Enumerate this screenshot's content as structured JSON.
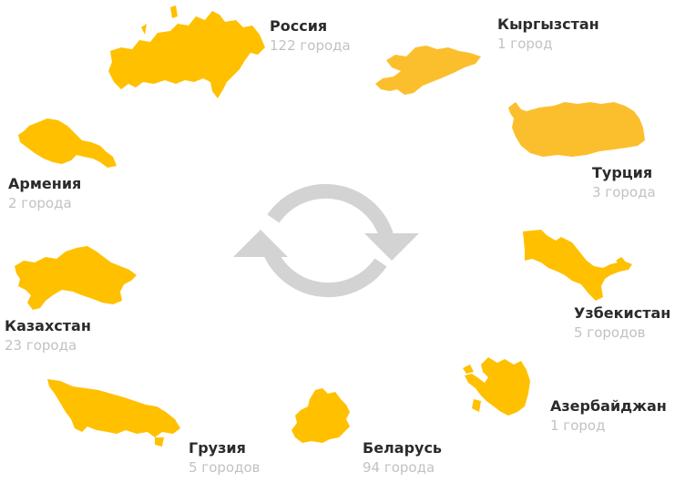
{
  "colors": {
    "shape": "#FFC000",
    "shape_alt": "#FBBF2E",
    "name": "#2B2B2B",
    "count": "#C2C2C2",
    "cycle": "#D3D3D3"
  },
  "center": {
    "icon": "refresh-cycle-icon"
  },
  "countries": {
    "russia": {
      "name": "Россия",
      "count": "122 города"
    },
    "kyrgyzstan": {
      "name": "Кыргызстан",
      "count": "1 город"
    },
    "turkey": {
      "name": "Турция",
      "count": "3 города"
    },
    "uzbekistan": {
      "name": "Узбекистан",
      "count": "5 городов"
    },
    "azerbaijan": {
      "name": "Азербайджан",
      "count": "1 город"
    },
    "belarus": {
      "name": "Беларусь",
      "count": "94 города"
    },
    "georgia": {
      "name": "Грузия",
      "count": "5 городов"
    },
    "kazakhstan": {
      "name": "Казахстан",
      "count": "23 города"
    },
    "armenia": {
      "name": "Армения",
      "count": "2 города"
    }
  }
}
